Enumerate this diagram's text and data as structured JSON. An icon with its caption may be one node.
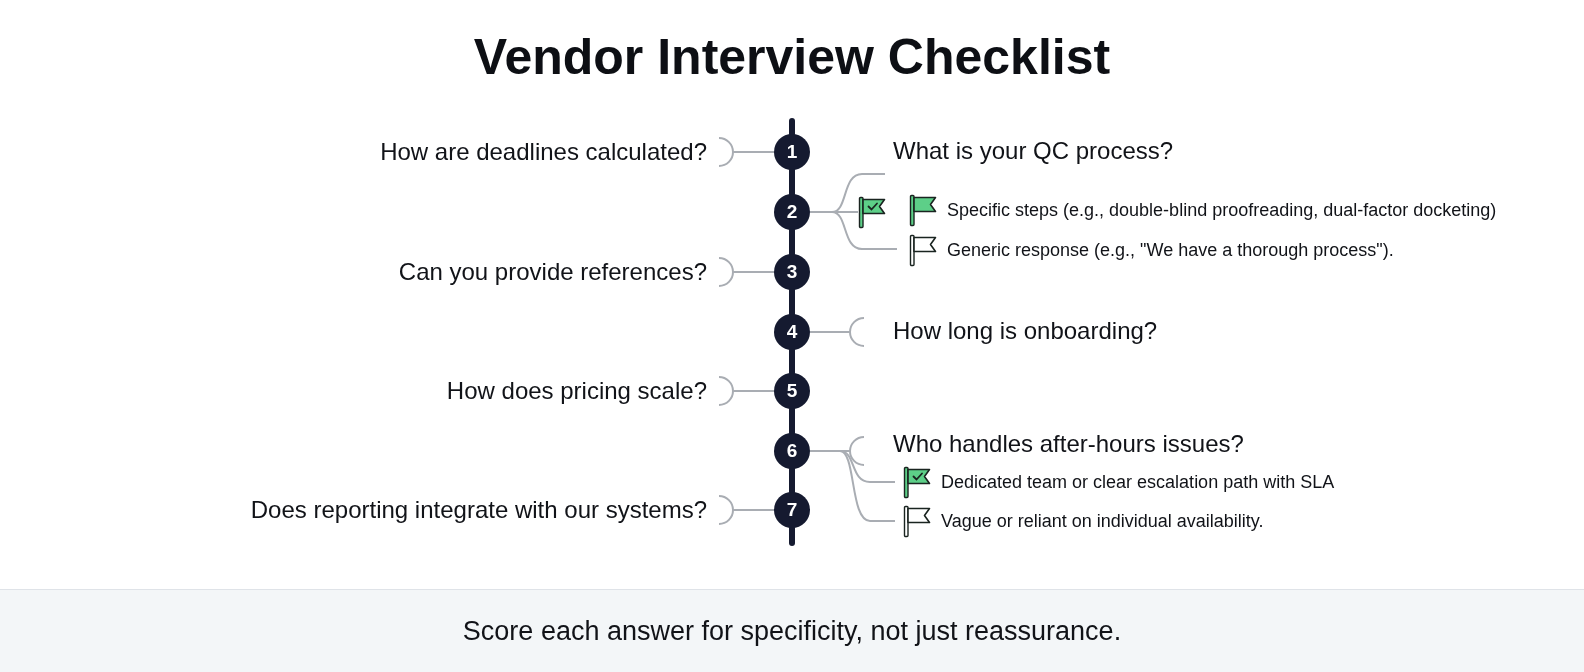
{
  "diagram": {
    "title": "Vendor Interview Checklist",
    "caption": "Score each answer for specificity, not just reassurance.",
    "nodes": [
      {
        "text": [
          "1"
        ]
      },
      {
        "text": [
          "How are deadlines calculated?"
        ]
      },
      {
        "text": [
          "2"
        ]
      },
      {
        "text": [
          "What is your QC process?"
        ]
      },
      {
        "text": [],
        "shape": "flag"
      },
      {
        "text": [
          "Specific steps (e.g., double-blind proofreading, dual-factor docketing)"
        ]
      },
      {
        "text": [
          "Generic response (e.g., \"We have a thorough process\")."
        ]
      },
      {
        "text": [
          "3"
        ]
      },
      {
        "text": [
          "Can you provide references?"
        ]
      },
      {
        "text": [
          "4"
        ]
      },
      {
        "text": [
          "How long is onboarding?"
        ]
      },
      {
        "text": [
          "5"
        ]
      },
      {
        "text": [
          "How does pricing scale?"
        ]
      },
      {
        "text": [
          "6"
        ]
      },
      {
        "text": [
          "Who handles after-hours issues?"
        ]
      },
      {
        "text": [
          "Dedicated team or clear escalation path with SLA"
        ]
      },
      {
        "text": [
          "Vague or reliant on individual availability."
        ]
      },
      {
        "text": [
          "7"
        ]
      },
      {
        "text": [
          "Does reporting integrate with our systems?"
        ]
      }
    ],
    "edges": [
      {
        "from": null,
        "to": 0,
        "arrow": "none",
        "style": "thick",
        "color": "#151a30"
      },
      {
        "from": 0,
        "to": 2,
        "arrow": "none",
        "style": "thick",
        "color": "#151a30"
      },
      {
        "from": 2,
        "to": 7,
        "arrow": "none",
        "style": "thick",
        "color": "#151a30"
      },
      {
        "from": 7,
        "to": 9,
        "arrow": "none",
        "style": "thick",
        "color": "#151a30"
      },
      {
        "from": 9,
        "to": 11,
        "arrow": "none",
        "style": "thick",
        "color": "#151a30"
      },
      {
        "from": 11,
        "to": 13,
        "arrow": "none",
        "style": "thick",
        "color": "#151a30"
      },
      {
        "from": 13,
        "to": 17,
        "arrow": "none",
        "style": "thick",
        "color": "#151a30"
      },
      {
        "from": 17,
        "to": null,
        "arrow": "none",
        "style": "thick",
        "color": "#151a30"
      },
      {
        "from": 0,
        "to": 1,
        "arrow": "other"
      },
      {
        "from": 2,
        "to": 3,
        "arrow": "none"
      },
      {
        "from": 2,
        "to": 4,
        "arrow": "none"
      },
      {
        "from": 2,
        "to": 6,
        "arrow": "none"
      },
      {
        "from": 7,
        "to": 8,
        "arrow": "other"
      },
      {
        "from": 9,
        "to": 10,
        "arrow": "other"
      },
      {
        "from": 11,
        "to": 12,
        "arrow": "other"
      },
      {
        "from": 13,
        "to": 14,
        "arrow": "other"
      },
      {
        "from": 13,
        "to": 15,
        "arrow": "none"
      },
      {
        "from": 13,
        "to": 16,
        "arrow": "none"
      },
      {
        "from": 17,
        "to": 18,
        "arrow": "other"
      }
    ]
  }
}
